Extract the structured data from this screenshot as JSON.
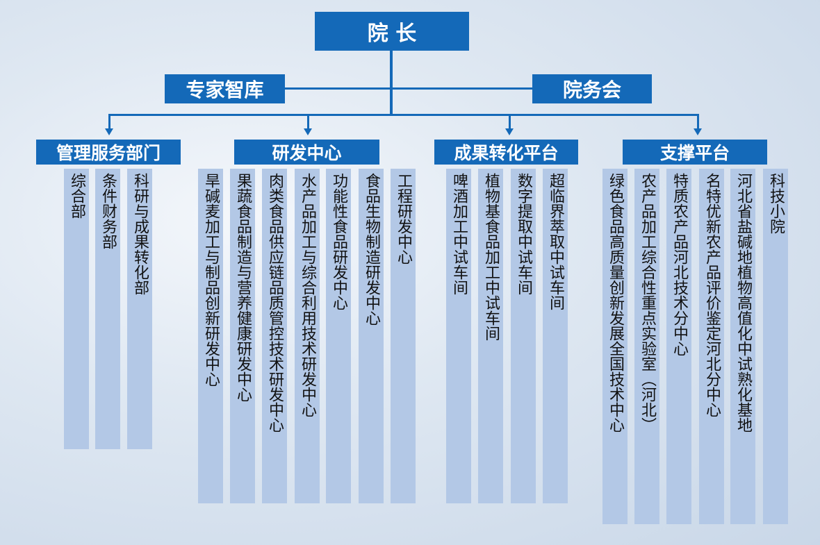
{
  "president": "院 长",
  "left_advisory": "专家智库",
  "right_council": "院务会",
  "groups": [
    {
      "title": "管理服务部门",
      "items": [
        "综合部",
        "条件财务部",
        "科研与成果转化部"
      ]
    },
    {
      "title": "研发中心",
      "items": [
        "旱碱麦加工与制品创新研发中心",
        "果蔬食品制造与营养健康研发中心",
        "肉类食品供应链品质管控技术研发中心",
        "水产品加工与综合利用技术研发中心",
        "功能性食品研发中心",
        "食品生物制造研发中心",
        "工程研发中心"
      ]
    },
    {
      "title": "成果转化平台",
      "items": [
        "啤酒加工中试车间",
        "植物基食品加工中试车间",
        "数字提取中试车间",
        "超临界萃取中试车间"
      ]
    },
    {
      "title": "支撑平台",
      "items": [
        "绿色食品高质量创新发展全国技术中心",
        "农产品加工综合性重点实验室（河北）",
        "特质农产品河北技术分中心",
        "名特优新农产品评价鉴定河北分中心",
        "河北省盐碱地植物高值化中试熟化基地",
        "科技小院"
      ]
    }
  ]
}
